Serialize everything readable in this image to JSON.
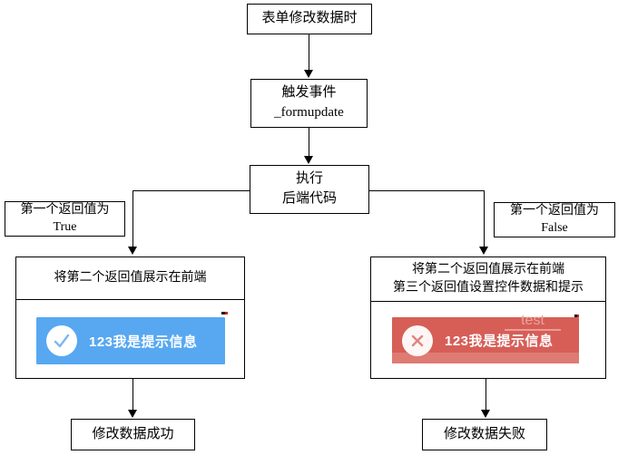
{
  "nodes": {
    "start": {
      "label": "表单修改数据时"
    },
    "trigger": {
      "line1": "触发事件",
      "line2": "_formupdate"
    },
    "execute": {
      "line1": "执行",
      "line2": "后端代码"
    },
    "cond_true": {
      "line1": "第一个返回值为",
      "line2": "True"
    },
    "cond_false": {
      "line1": "第一个返回值为",
      "line2": "False"
    },
    "success_branch": {
      "title": "将第二个返回值展示在前端"
    },
    "failure_branch": {
      "title_line1": "将第二个返回值展示在前端",
      "title_line2": "第三个返回值设置控件数据和提示"
    },
    "success_result": {
      "label": "修改数据成功"
    },
    "failure_result": {
      "label": "修改数据失败"
    }
  },
  "toasts": {
    "success": {
      "message": "123我是提示信息",
      "icon": "check-icon",
      "bg": "#57a8f1",
      "icon_color": "#7db7f3"
    },
    "failure": {
      "message": "123我是提示信息",
      "icon": "close-icon",
      "bg": "#d65e57",
      "strip": "#de7b73",
      "icon_bg": "#fdf6f5",
      "icon_color": "#e2837f"
    }
  },
  "watermark": "test",
  "colors": {
    "line": "#000000",
    "box_border": "#000000",
    "background": "#ffffff"
  }
}
